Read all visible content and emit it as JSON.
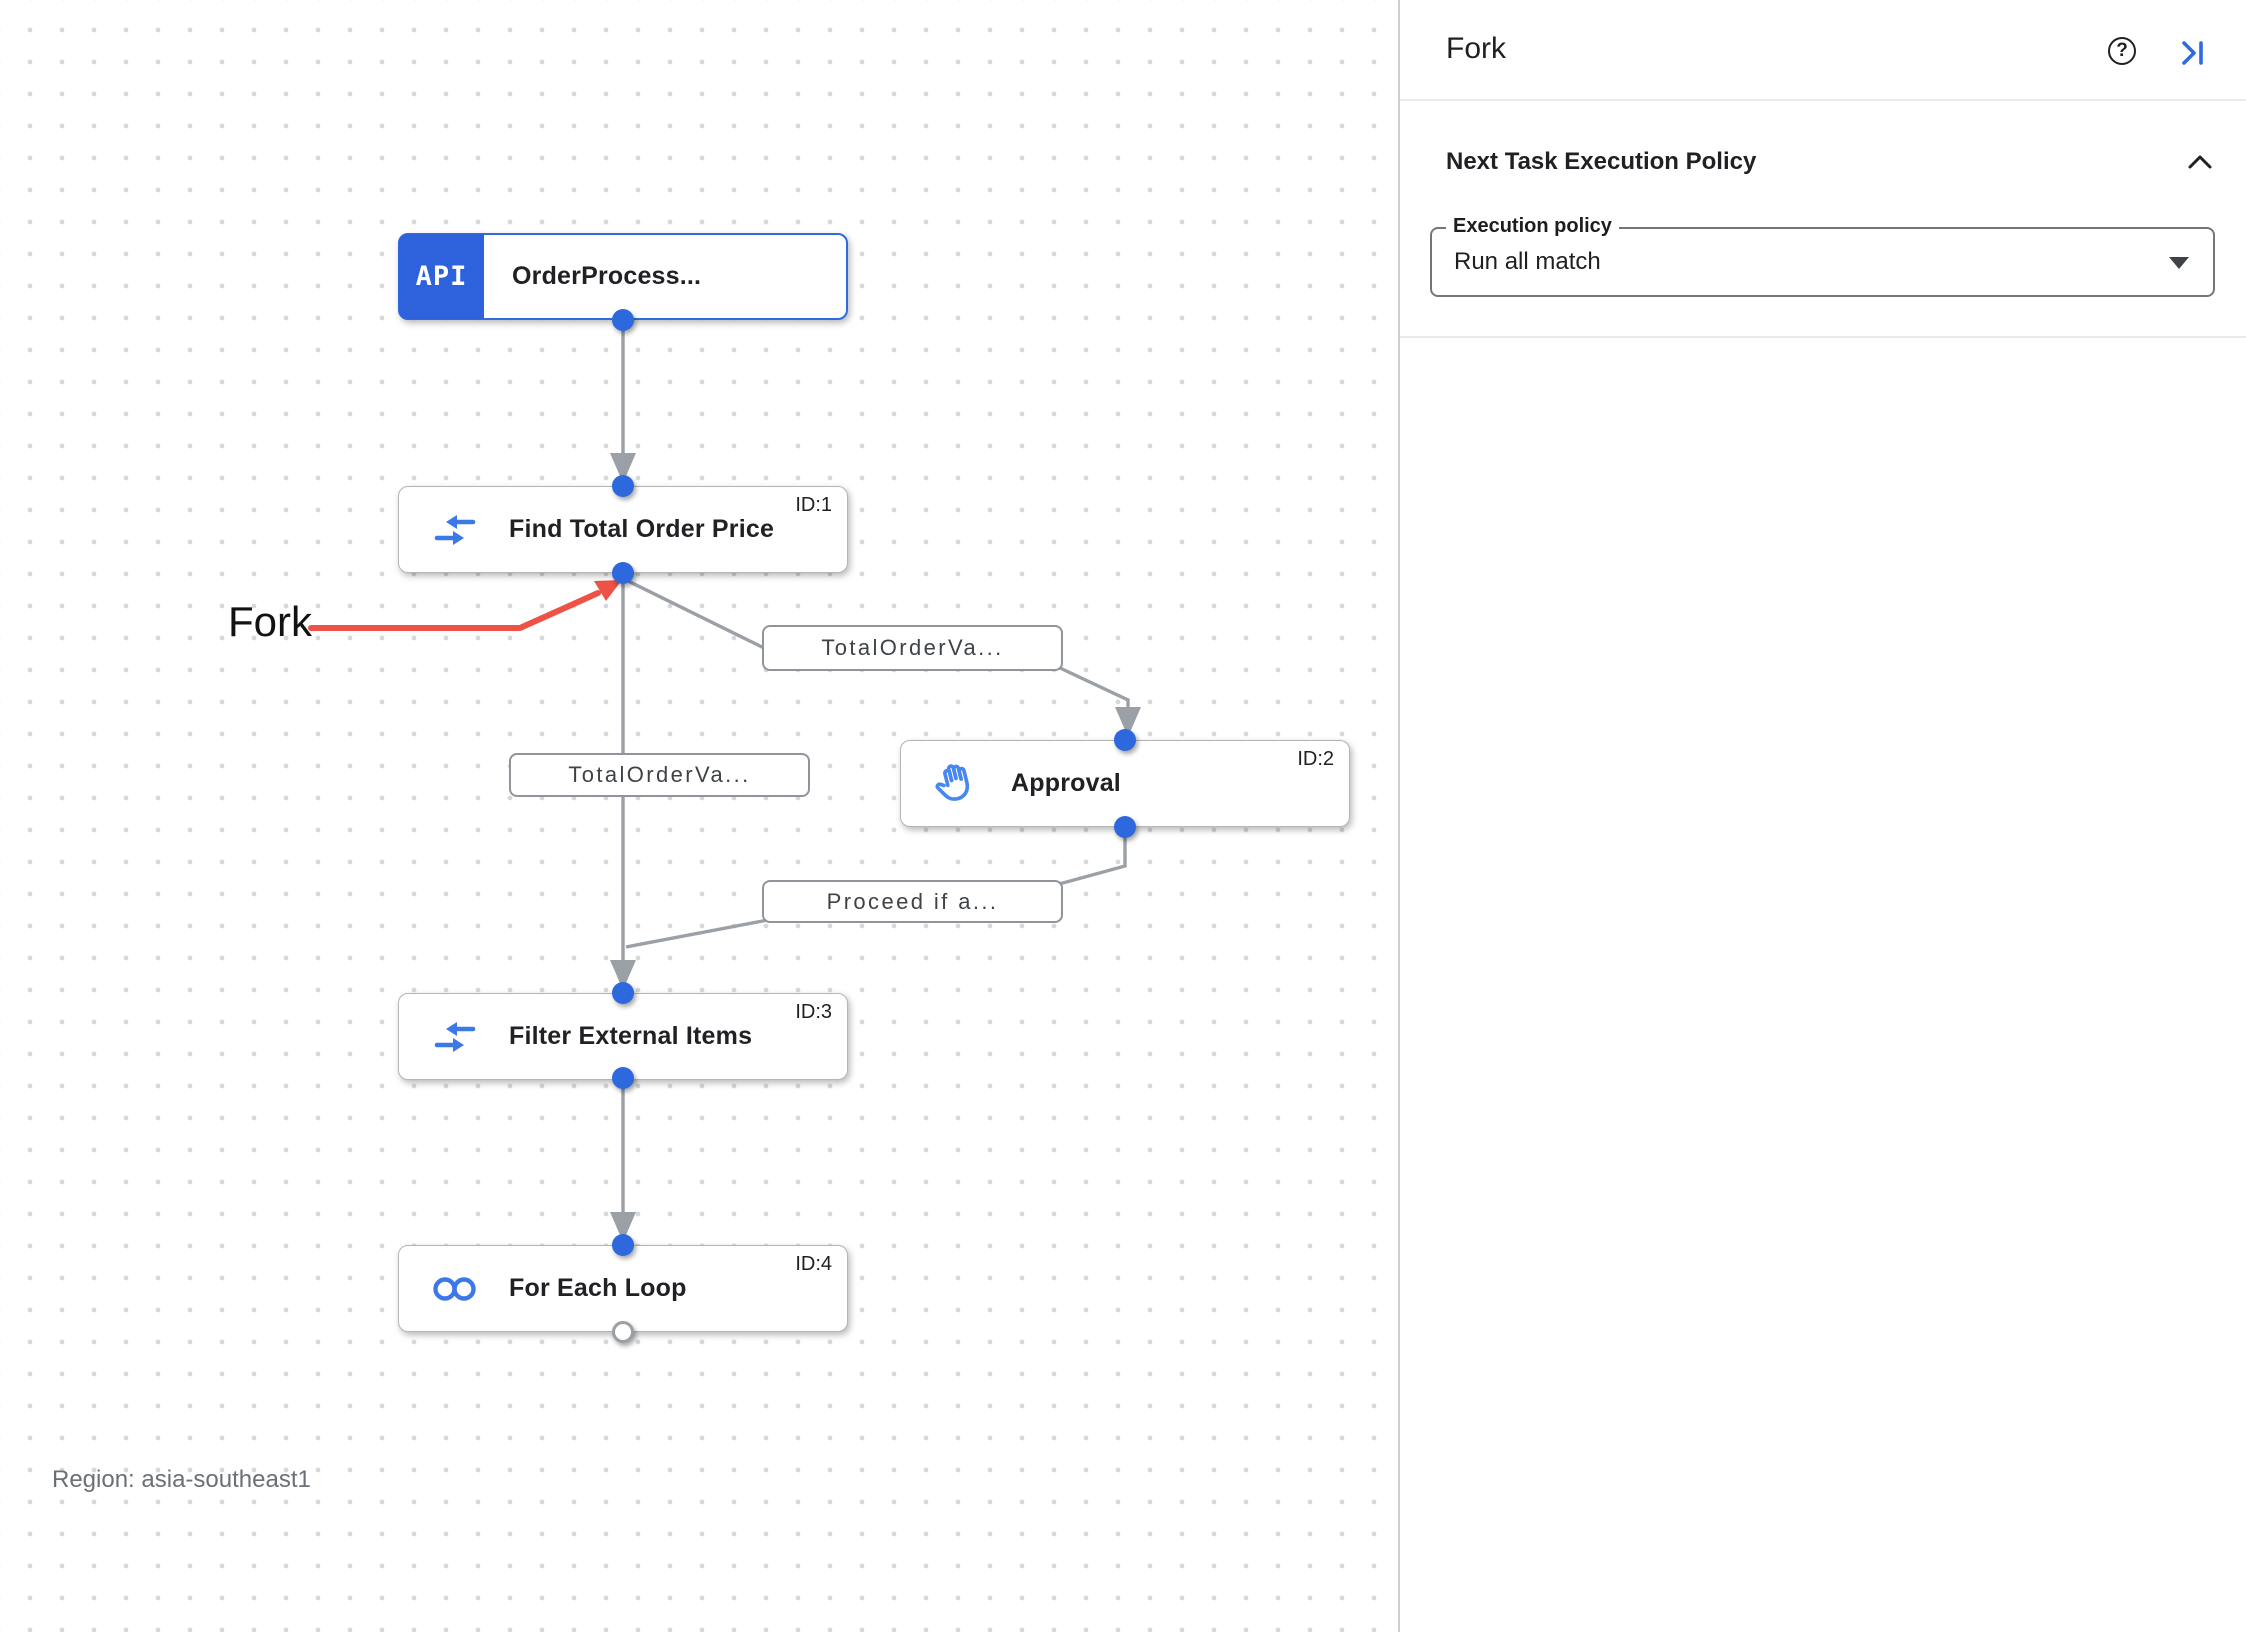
{
  "panel": {
    "title": "Fork",
    "section": {
      "title": "Next Task Execution Policy",
      "field_label": "Execution policy",
      "field_value": "Run all match"
    }
  },
  "canvas": {
    "region_label": "Region: asia-southeast1",
    "annotation": {
      "text": "Fork"
    },
    "nodes": [
      {
        "id": "",
        "title": "OrderProcess...",
        "icon": "api-badge",
        "badge_text": "API",
        "selected": true
      },
      {
        "id": "ID:1",
        "title": "Find Total Order Price",
        "icon": "data-mapping"
      },
      {
        "id": "ID:2",
        "title": "Approval",
        "icon": "hand"
      },
      {
        "id": "ID:3",
        "title": "Filter External Items",
        "icon": "data-mapping"
      },
      {
        "id": "ID:4",
        "title": "For Each Loop",
        "icon": "loop"
      }
    ],
    "edge_labels": [
      "TotalOrderVa...",
      "TotalOrderVa...",
      "Proceed if a..."
    ],
    "colors": {
      "accent_blue": "#2e6bdf",
      "edge_gray": "#9aa0a6",
      "annotation_red": "#ee5146",
      "node_border": "#b2b6bb"
    }
  }
}
